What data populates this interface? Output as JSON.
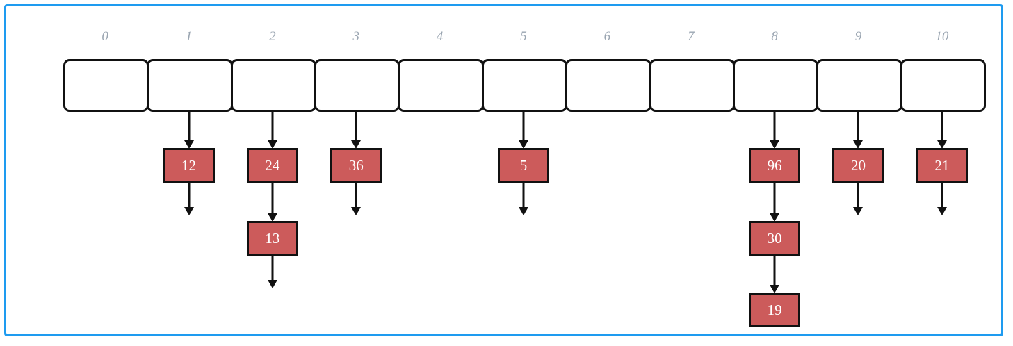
{
  "diagram": {
    "title": "hash-table-separate-chaining",
    "colors": {
      "frame_border": "#1E9BF0",
      "slot_border": "#111111",
      "slot_fill": "#ffffff",
      "node_fill": "#CC5B5B",
      "node_border": "#111111",
      "node_text": "#ffffff",
      "index_label": "#9aa5b1",
      "connector": "#111111"
    },
    "table": {
      "slot_count": 11,
      "indices": [
        "0",
        "1",
        "2",
        "3",
        "4",
        "5",
        "6",
        "7",
        "8",
        "9",
        "10"
      ],
      "buckets": [
        {
          "index": "0",
          "chain": []
        },
        {
          "index": "1",
          "chain": [
            "12"
          ]
        },
        {
          "index": "2",
          "chain": [
            "24",
            "13"
          ]
        },
        {
          "index": "3",
          "chain": [
            "36"
          ]
        },
        {
          "index": "4",
          "chain": []
        },
        {
          "index": "5",
          "chain": [
            "5"
          ]
        },
        {
          "index": "6",
          "chain": []
        },
        {
          "index": "7",
          "chain": []
        },
        {
          "index": "8",
          "chain": [
            "96",
            "30",
            "19"
          ]
        },
        {
          "index": "9",
          "chain": [
            "20"
          ]
        },
        {
          "index": "10",
          "chain": [
            "21"
          ]
        }
      ]
    }
  }
}
